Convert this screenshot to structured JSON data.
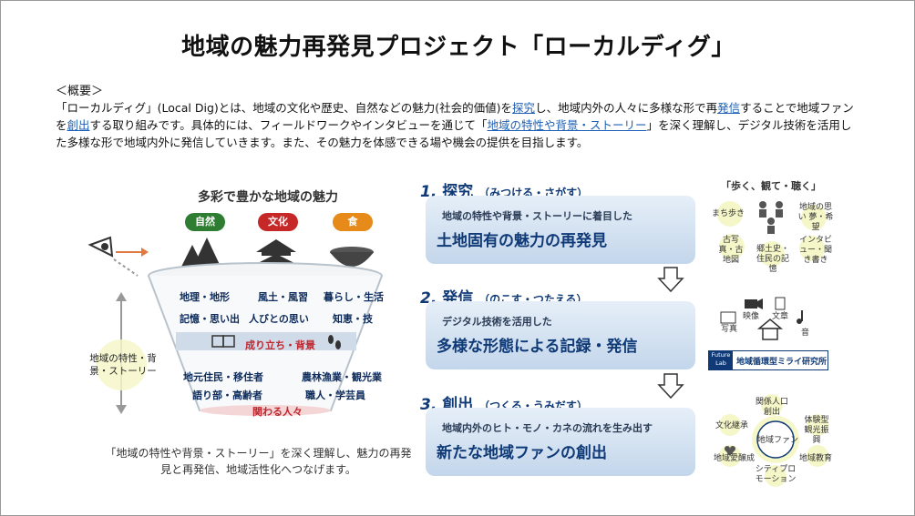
{
  "title": "地域の魅力再発見プロジェクト「ローカルディグ」",
  "overview": {
    "label": "＜概要＞",
    "p1": "「ローカルディグ」(Local Dig)とは、地域の文化や歴史、自然などの魅力(社会的価値)を",
    "link1": "探究",
    "p2": "し、地域内外の人々に多様な形で再",
    "link2": "発信",
    "p3": "することで地域ファンを",
    "link3": "創出",
    "p4": "する取り組みです。具体的には、フィールドワークやインタビューを通じて「",
    "link4": "地域の特性や背景・ストーリー",
    "p5": "」を深く理解し、デジタル技術を活用した多様な形で地域内外に発信していきます。また、その魅力を体感できる場や機会の提供を目指します。"
  },
  "left": {
    "heading": "多彩で豊かな地域の魅力",
    "badges": [
      "自然",
      "文化",
      "食"
    ],
    "row1": [
      "地理・地形",
      "風土・風習",
      "暮らし・生活"
    ],
    "row2": [
      "記憶・思い出",
      "人びとの思い",
      "知恵・技"
    ],
    "band": "成り立ち・背景",
    "row3": [
      "地元住民・移住者",
      "農林漁業・観光業"
    ],
    "row4": [
      "語り部・高齢者",
      "職人・学芸員"
    ],
    "bottom": "関わる人々",
    "side": "地域の特性・背景・ストーリー",
    "caption": "「地域の特性や背景・ストーリー」を深く理解し、魅力の再発見と再発信、地域活性化へつなげます。"
  },
  "steps": [
    {
      "num": "1.",
      "name": "探究",
      "sub": "（みつける・さがす）",
      "line1": "地域の特性や背景・ストーリーに着目した",
      "line2": "土地固有の魅力の再発見"
    },
    {
      "num": "2.",
      "name": "発信",
      "sub": "（のこす・つたえる）",
      "line1": "デジタル技術を活用した",
      "line2": "多様な形態による記録・発信"
    },
    {
      "num": "3.",
      "name": "創出",
      "sub": "（つくる・うみだす）",
      "line1": "地域内外のヒト・モノ・カネの流れを生み出す",
      "line2": "新たな地域ファンの創出"
    }
  ],
  "right1": {
    "title": "「歩く、観て・聴く」",
    "items": [
      "まち歩き",
      "地域の思い 夢・希望",
      "古写真・古地図",
      "郷土史・住民の記憶",
      "インタビュー・聞き書き"
    ]
  },
  "right2": {
    "items": [
      "映像",
      "文章",
      "写真",
      "音"
    ],
    "logo_top": "Future",
    "logo_bottom": "Lab",
    "lab": "地域循環型ミライ研究所"
  },
  "right3": {
    "items": [
      "関係人口創出",
      "文化継承",
      "体験型観光振興",
      "地域ファン",
      "地域愛醸成",
      "地域教育",
      "シティプロモーション"
    ]
  },
  "colors": {
    "nature": "#2e7d32",
    "culture": "#c62828",
    "food": "#e68a1a",
    "accent_blue": "#1d5fb4",
    "navy": "#0f3a77"
  }
}
